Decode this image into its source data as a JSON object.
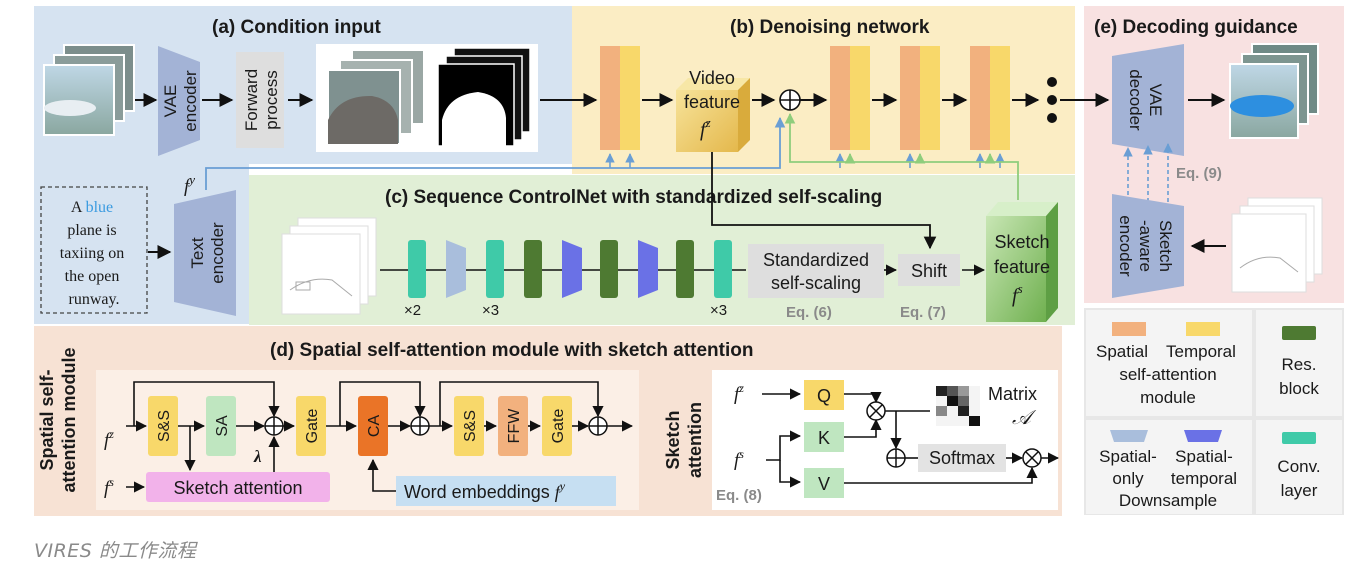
{
  "panels": {
    "a": "(a) Condition input",
    "b": "(b) Denoising network",
    "c": "(c) Sequence ControlNet with standardized self-scaling",
    "d": "(d) Spatial self-attention module with sketch attention",
    "e": "(e) Decoding guidance"
  },
  "condition": {
    "vae_encoder": [
      "VAE",
      "encoder"
    ],
    "forward_process": [
      "Forward",
      "process"
    ],
    "prompt_lines": [
      "A blue",
      "plane is",
      "taxiing on",
      "the open",
      "runway."
    ],
    "prompt_highlight": "blue",
    "text_encoder": [
      "Text",
      "encoder"
    ],
    "fy": "f",
    "fy_sup": "y"
  },
  "denoise": {
    "video_feature": [
      "Video",
      "feature"
    ],
    "fz": "f",
    "fz_sup": "z"
  },
  "controlnet": {
    "std_scaling": [
      "Standardized",
      "self-scaling"
    ],
    "eq6": "Eq. (6)",
    "shift": "Shift",
    "eq7": "Eq. (7)",
    "sketch_feature": [
      "Sketch",
      "feature"
    ],
    "fs": "f",
    "fs_sup": "s",
    "mult": [
      "×2",
      "×3",
      "×3"
    ]
  },
  "decoding": {
    "vae_decoder": [
      "VAE",
      "decoder"
    ],
    "eq9": "Eq. (9)",
    "sketch_encoder": [
      "Sketch",
      "-aware",
      "encoder"
    ]
  },
  "attention_module": {
    "side_label": [
      "Spatial self-",
      "attention module"
    ],
    "ss": "S&S",
    "sa": "SA",
    "gate": "Gate",
    "ca": "CA",
    "ffw": "FFW",
    "sketch_attention": "Sketch attention",
    "word_embeddings": "Word embeddings",
    "lambda": "λ",
    "fz": "f",
    "fz_sup": "z",
    "fs": "f",
    "fs_sup": "s",
    "fy": "f",
    "fy_sup": "y"
  },
  "sketch_attn": {
    "side_label": [
      "Sketch",
      "attention"
    ],
    "q": "Q",
    "k": "K",
    "v": "V",
    "matrix": "Matrix",
    "matrix_sym": "𝒜",
    "softmax": "Softmax",
    "eq8": "Eq. (8)",
    "fz": "f",
    "fz_sup": "z",
    "fs": "f",
    "fs_sup": "s"
  },
  "legend": {
    "spatial": "Spatial",
    "temporal": "Temporal",
    "ssa_module": [
      "self-attention",
      "module"
    ],
    "res_block": [
      "Res.",
      "block"
    ],
    "spatial_only": [
      "Spatial-",
      "only"
    ],
    "spatial_temporal": [
      "Spatial-",
      "temporal"
    ],
    "downsample": "Downsample",
    "conv_layer": [
      "Conv.",
      "layer"
    ]
  },
  "caption": "VIRES 的工作流程",
  "colors": {
    "panel_a": "#d6e3f1",
    "panel_b": "#fbedc4",
    "panel_c": "#e1efd6",
    "panel_d": "#f7e2d4",
    "panel_e": "#f8e1e1",
    "spatial": "#f2b17e",
    "temporal": "#f8d86a",
    "res_block": "#4e7a32",
    "conv_layer": "#3fcaa8",
    "spatial_only_ds": "#a9bedc",
    "spatial_temporal_ds": "#6a71e6",
    "encoder": "#a3b3d6",
    "blue_word": "#3b9be0",
    "ca_box": "#ea7427",
    "sketch_attn_box": "#f2b2ea",
    "word_emb_box": "#c6dff2",
    "arrow_blue": "#6a9ed4",
    "arrow_green": "#8fcd7c"
  }
}
